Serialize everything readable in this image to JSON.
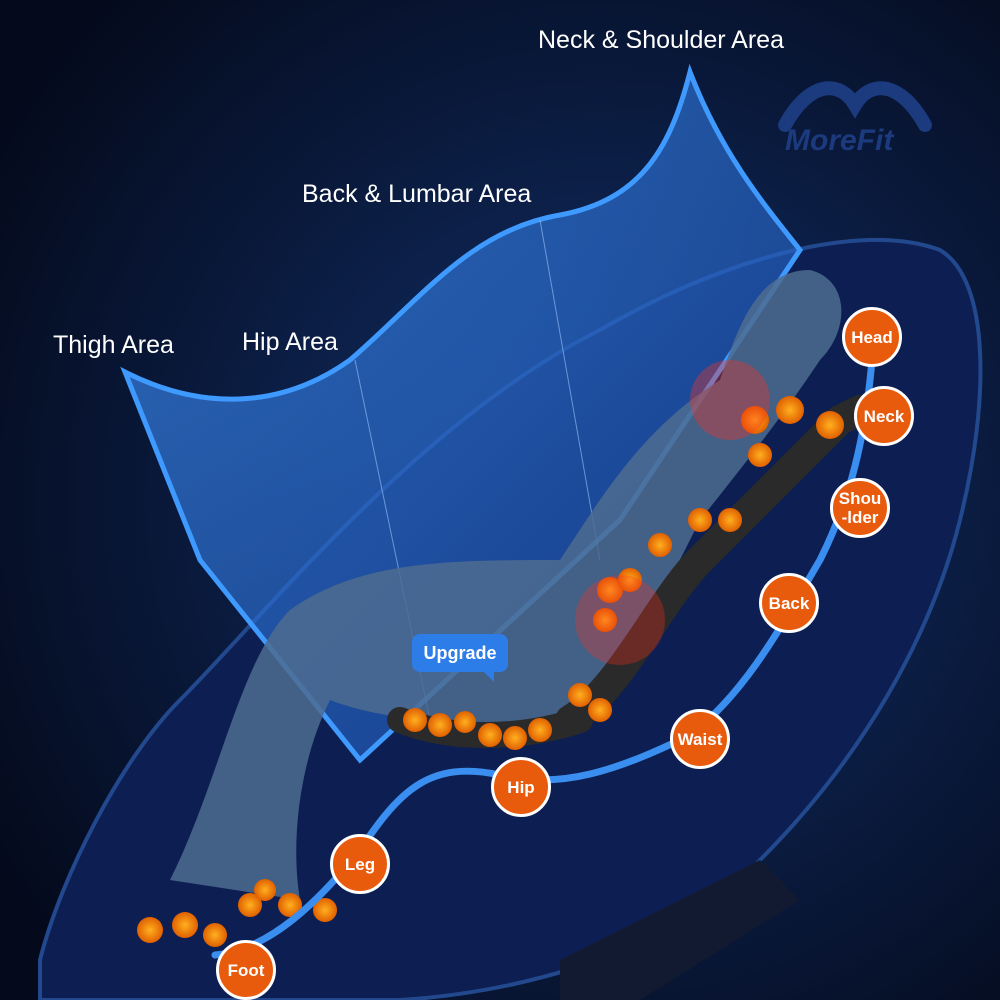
{
  "areas": {
    "neck_shoulder": "Neck & Shoulder Area",
    "back_lumbar": "Back & Lumbar Area",
    "thigh": "Thigh Area",
    "hip": "Hip Area"
  },
  "points": {
    "head": "Head",
    "neck": "Neck",
    "shoulder": "Shou\n-lder",
    "back": "Back",
    "waist": "Waist",
    "hip": "Hip",
    "leg": "Leg",
    "foot": "Foot"
  },
  "upgrade_label": "Upgrade",
  "brand": "MoreFit",
  "colors": {
    "badge": "#e85a0c",
    "track": "#3a8ef0",
    "panel": "#2a6fd8",
    "background": "#050b1e"
  }
}
